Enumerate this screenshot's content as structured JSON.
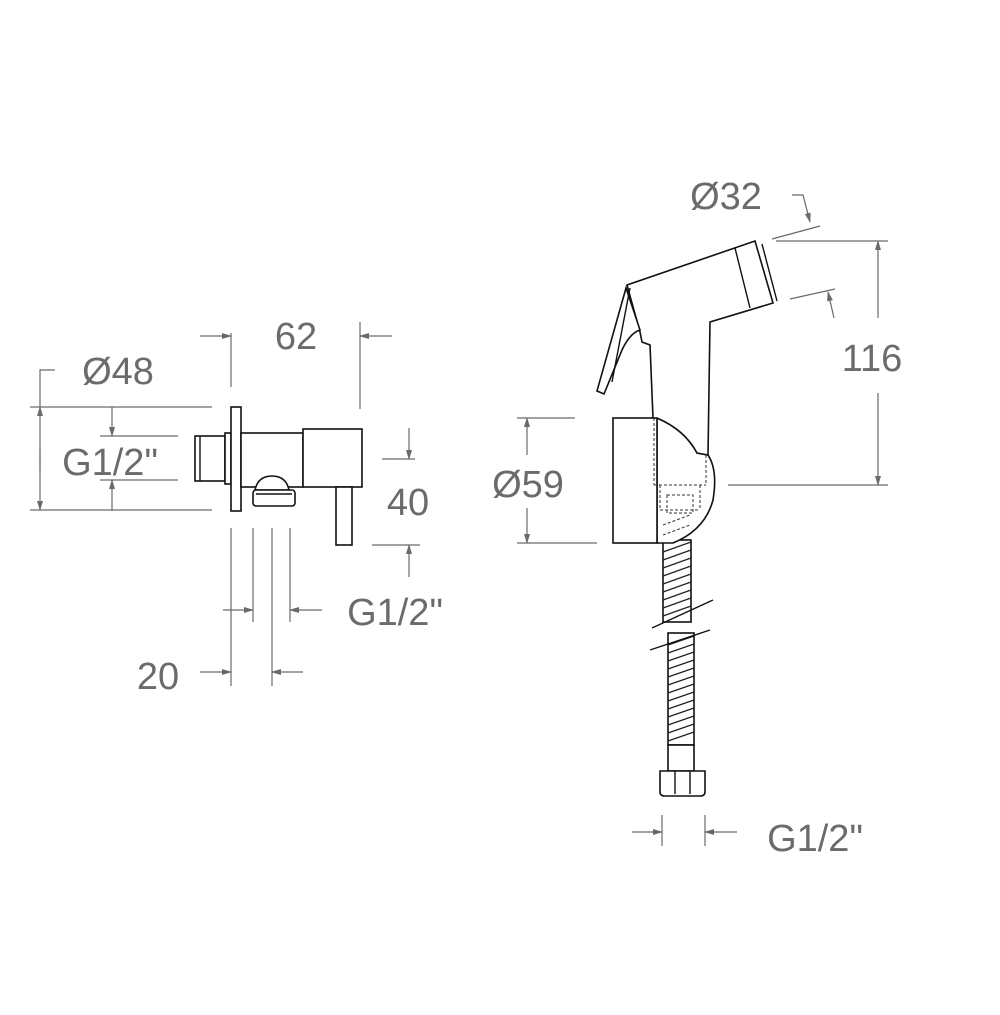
{
  "drawing": {
    "valve": {
      "dim_length": "62",
      "dim_flange_diameter": "Ø48",
      "dim_inlet_thread": "G1/2\"",
      "dim_height": "40",
      "dim_outlet_thread": "G1/2\"",
      "dim_outlet_offset": "20"
    },
    "sprayer": {
      "dim_nozzle_diameter": "Ø32",
      "dim_height": "116",
      "dim_holder_diameter": "Ø59",
      "dim_hose_thread": "G1/2\""
    }
  }
}
